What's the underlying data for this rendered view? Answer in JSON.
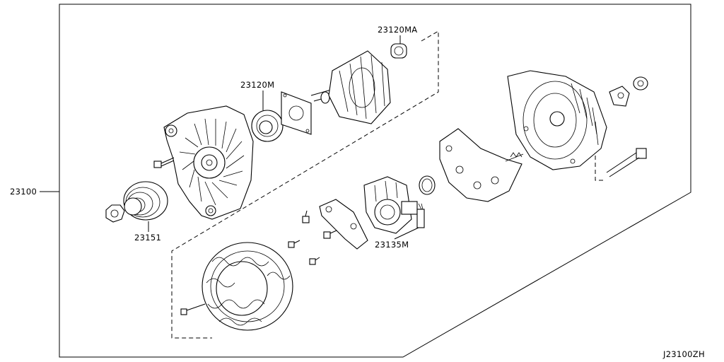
{
  "diagram": {
    "labels": {
      "assembly": "23100",
      "bearing_rear": "23120MA",
      "bearing_front": "23120M",
      "pulley": "23151",
      "brush_holder": "23135M",
      "diagram_code": "J23100ZH"
    }
  }
}
